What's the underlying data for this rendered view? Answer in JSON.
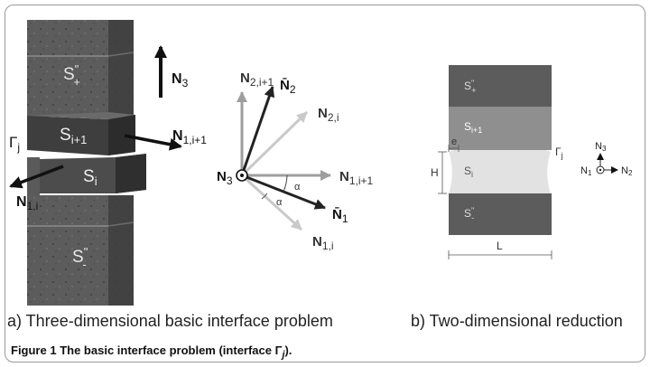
{
  "panel_a": {
    "block_labels": {
      "top": "S",
      "top_sup": "\"",
      "top_sub": "+",
      "upper": "S",
      "upper_sub": "i+1",
      "middle": "S",
      "middle_sub": "i",
      "bottom": "S",
      "bottom_sup": "\"",
      "bottom_sub": "-"
    },
    "gamma": "Γ",
    "gamma_sub": "j",
    "vectors": {
      "n3": "N",
      "n3_sub": "3",
      "n1_i1": "N",
      "n1_i1_sub": "1,i+1",
      "n1_i": "N",
      "n1_i_sub": "1,i"
    },
    "caption": "a) Three-dimensional basic interface problem"
  },
  "vector_diagram": {
    "origin": "N",
    "origin_sub": "3",
    "n2_i1": "N",
    "n2_i1_sub": "2,i+1",
    "n2bar": "N̄",
    "n2bar_sub": "2",
    "n2_i": "N",
    "n2_i_sub": "2,i",
    "n1_i1": "N",
    "n1_i1_sub": "1,i+1",
    "n1bar": "N̄",
    "n1bar_sub": "1",
    "n1_i": "N",
    "n1_i_sub": "1,i",
    "alpha_upper": "α",
    "alpha_lower": "α"
  },
  "panel_b": {
    "top": "S",
    "top_sup": "\"",
    "top_sub": "+",
    "upper": "S",
    "upper_sub": "i+1",
    "middle": "S",
    "middle_sub": "i",
    "bottom": "S",
    "bottom_sup": "\"",
    "bottom_sub": "-",
    "gamma": "Γ",
    "gamma_sub": "j",
    "e": "e",
    "h": "H",
    "l": "L",
    "axes": {
      "n3": "N",
      "n3_sub": "3",
      "n1": "N",
      "n1_sub": "1",
      "n2": "N",
      "n2_sub": "2"
    },
    "caption": "b) Two-dimensional reduction"
  },
  "figure_caption": {
    "prefix": "Figure 1",
    "text": "The basic interface problem (interface ",
    "symbol": "Γ",
    "symbol_sub": "j",
    "suffix": ")."
  },
  "colors": {
    "block_dark": "#4a4a4a",
    "block_mid": "#6a6a6a",
    "block_side": "#3a3a3a",
    "arrow_black": "#111111",
    "arrow_gray": "#9e9e9e",
    "arrow_light": "#c8c8c8"
  }
}
